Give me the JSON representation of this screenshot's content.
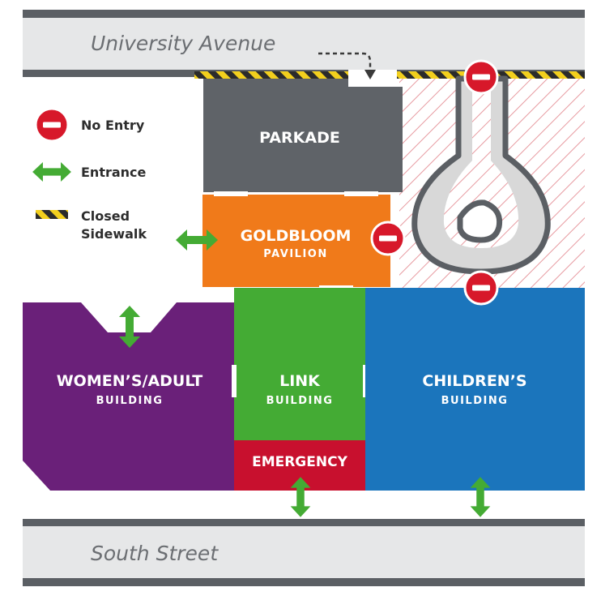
{
  "streets": {
    "north": "University Avenue",
    "south": "South Street"
  },
  "legend": {
    "no_entry": "No Entry",
    "entrance": "Entrance",
    "closed_line1": "Closed",
    "closed_line2": "Sidewalk"
  },
  "buildings": {
    "parkade": {
      "name": "PARKADE",
      "sub": ""
    },
    "goldbloom": {
      "name": "GOLDBLOOM",
      "sub": "PAVILION"
    },
    "womens": {
      "name": "WOMEN’S/ADULT",
      "sub": "BUILDING"
    },
    "link": {
      "name": "LINK",
      "sub": "BUILDING"
    },
    "childrens": {
      "name": "CHILDREN’S",
      "sub": "BUILDING"
    },
    "emergency": {
      "name": "EMERGENCY",
      "sub": ""
    }
  },
  "colors": {
    "street": "#e6e7e8",
    "street_curb": "#5b5f64",
    "parkade": "#5f6368",
    "goldbloom": "#f07a1a",
    "womens": "#6a2079",
    "link": "#44ab34",
    "childrens": "#1b75bc",
    "emergency": "#c8102e",
    "entrance_arrow": "#44ab34",
    "no_entry": "#d7182a",
    "closed_yellow": "#f2cf1d",
    "hatch": "#e79aa0"
  },
  "icons": {
    "no_entry": "no-entry-icon",
    "entrance": "double-arrow-icon",
    "closed_sidewalk": "closed-sidewalk-icon",
    "vehicle_route": "dashed-arrow-icon"
  }
}
